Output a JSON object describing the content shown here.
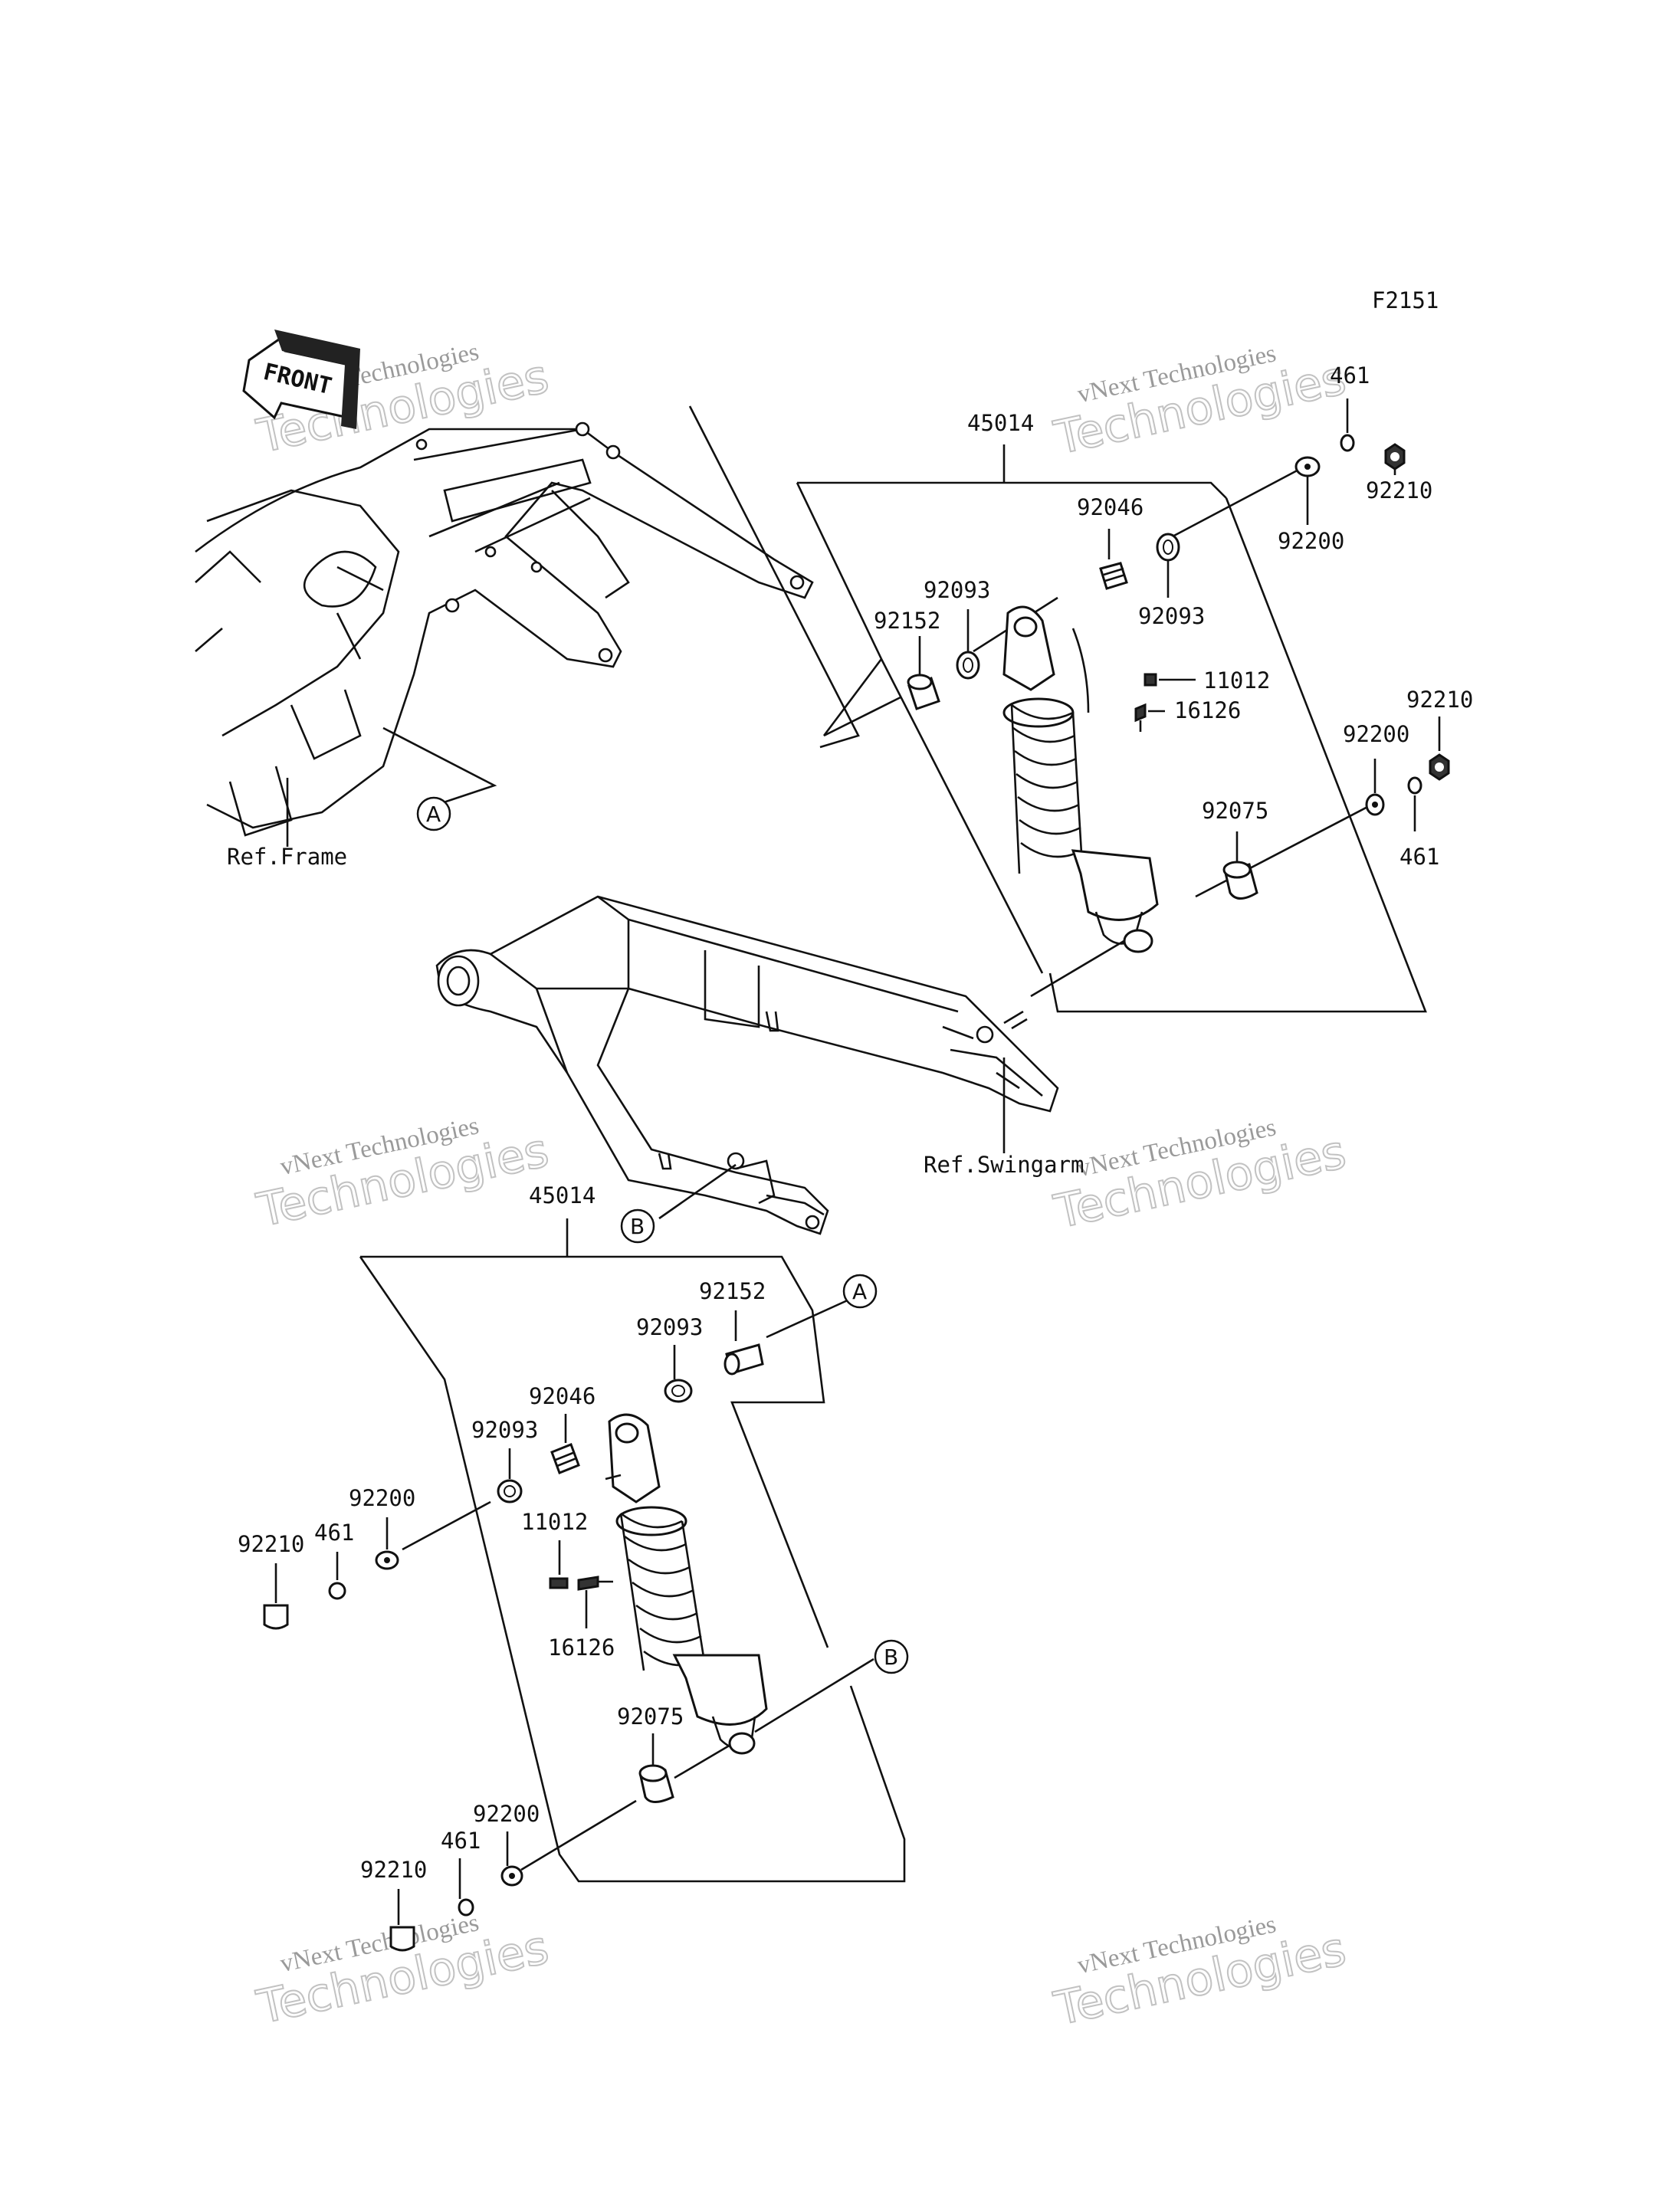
{
  "figure_code": "F2151",
  "front_label": "FRONT",
  "refs": {
    "frame": "Ref.Frame",
    "swingarm": "Ref.Swingarm"
  },
  "markers": {
    "a": "A",
    "b": "B"
  },
  "watermark": {
    "line1": "vNext Technologies",
    "line2": "Technologies"
  },
  "upper": {
    "assembly": "45014",
    "p461": "461",
    "p92210_top": "92210",
    "p92200_top": "92200",
    "p92046": "92046",
    "p92093_left": "92093",
    "p92093_right": "92093",
    "p92152": "92152",
    "p11012": "11012",
    "p16126": "16126",
    "p92210_right": "92210",
    "p92200_right": "92200",
    "p92075": "92075",
    "p461_right": "461"
  },
  "lower": {
    "assembly": "45014",
    "p92152": "92152",
    "p92093_top": "92093",
    "p92046": "92046",
    "p92093_left": "92093",
    "p92200_left": "92200",
    "p461_left": "461",
    "p92210_left": "92210",
    "p11012": "11012",
    "p16126": "16126",
    "p92075": "92075",
    "p92200_bottom": "92200",
    "p461_bottom": "461",
    "p92210_bottom": "92210"
  }
}
